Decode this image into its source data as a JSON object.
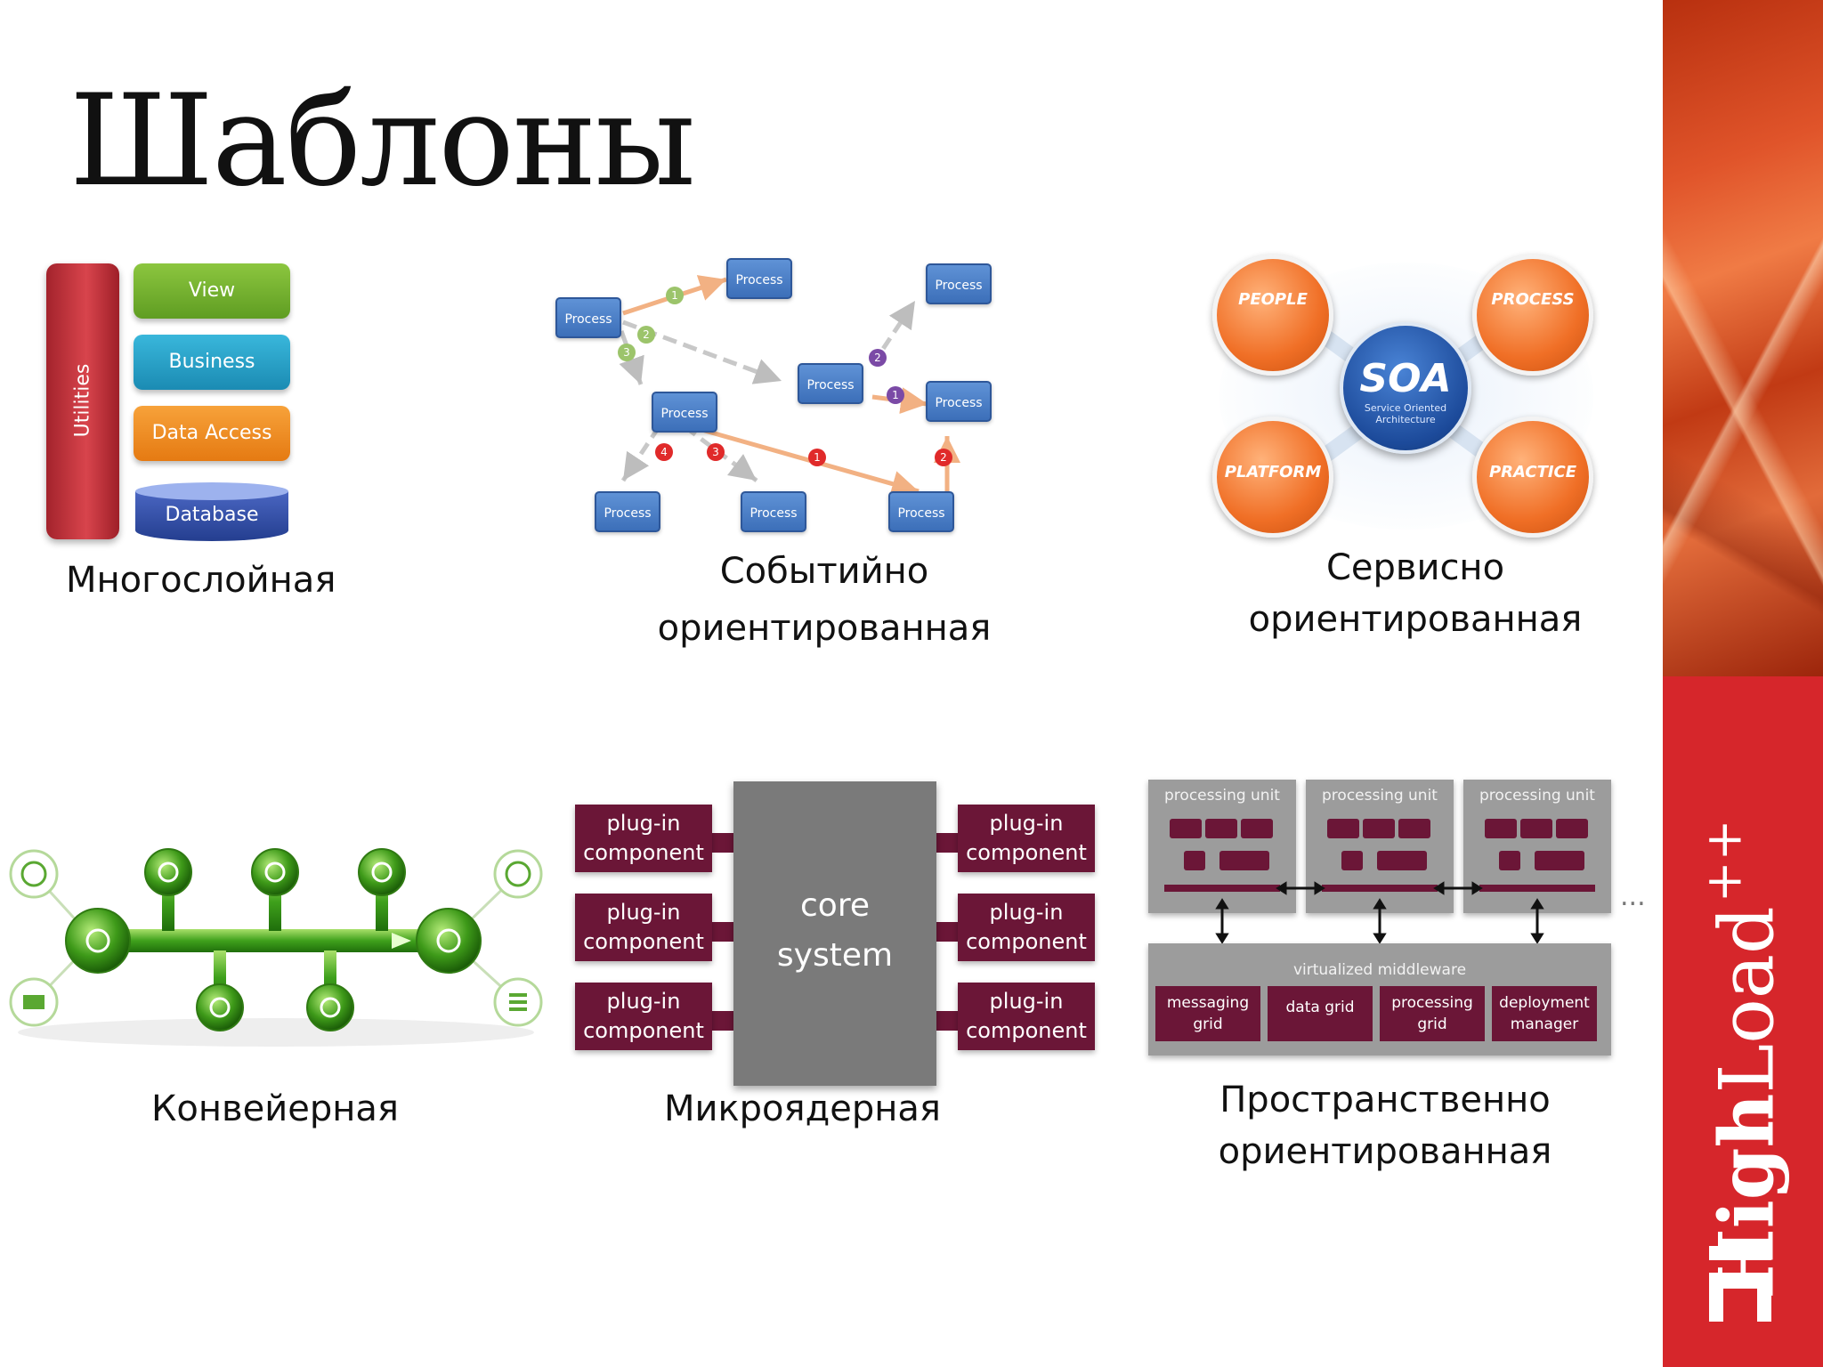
{
  "title": "Шаблоны",
  "brand": {
    "part1": "High",
    "part2": "Load",
    "part3": "++",
    "colors": {
      "top": "#d9552a",
      "bottom": "#d6262b"
    }
  },
  "patterns": {
    "layered": {
      "caption": "Многослойная",
      "utilities_label": "Utilities",
      "layers": [
        "View",
        "Business",
        "Data Access"
      ],
      "database_label": "Database"
    },
    "event_driven": {
      "caption_line1": "Событийно",
      "caption_line2": "ориентированная",
      "process_label": "Process",
      "step_numbers": [
        "1",
        "2",
        "3",
        "4"
      ]
    },
    "service_oriented": {
      "caption_line1": "Сервисно",
      "caption_line2": "ориентированная",
      "center_title": "SOA",
      "center_sub_line1": "Service Oriented",
      "center_sub_line2": "Architecture",
      "nodes": [
        "PEOPLE",
        "PROCESS",
        "PLATFORM",
        "PRACTICE"
      ]
    },
    "pipeline": {
      "caption": "Конвейерная"
    },
    "microkernel": {
      "caption": "Микроядерная",
      "core_line1": "core",
      "core_line2": "system",
      "plugin_line1": "plug-in",
      "plugin_line2": "component"
    },
    "space_based": {
      "caption_line1": "Пространственно",
      "caption_line2": "ориентированная",
      "processing_unit_label": "processing unit",
      "middleware_label": "virtualized middleware",
      "middleware_cells": [
        {
          "line1": "messaging",
          "line2": "grid"
        },
        {
          "line1": "data grid",
          "line2": ""
        },
        {
          "line1": "processing",
          "line2": "grid"
        },
        {
          "line1": "deployment",
          "line2": "manager"
        }
      ],
      "ellipsis": "..."
    }
  }
}
